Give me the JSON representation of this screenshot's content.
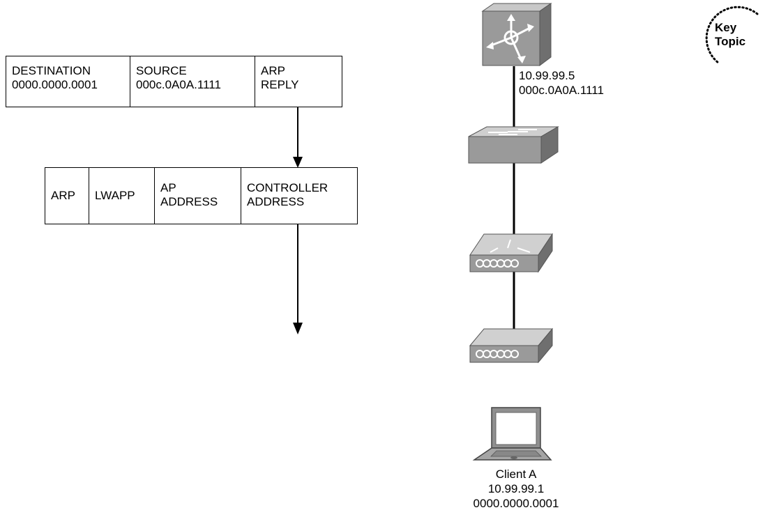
{
  "frame1": [
    {
      "text": "DESTINATION\n0000.0000.0001"
    },
    {
      "text": "SOURCE\n000c.0A0A.1111"
    },
    {
      "text": "ARP\nREPLY"
    }
  ],
  "frame2": [
    {
      "text": "ARP"
    },
    {
      "text": "LWAPP"
    },
    {
      "text": "AP\nADDRESS"
    },
    {
      "text": "CONTROLLER\nADDRESS"
    }
  ],
  "controller": {
    "ip": "10.99.99.5",
    "mac": "000c.0A0A.1111"
  },
  "client": {
    "name": "Client A",
    "ip": "10.99.99.1",
    "mac": "0000.0000.0001"
  },
  "key_topic": "Key\nTopic",
  "icons": [
    "wlc-controller-icon",
    "switch-icon",
    "lightweight-ap-icon",
    "access-point-icon",
    "laptop-icon"
  ]
}
